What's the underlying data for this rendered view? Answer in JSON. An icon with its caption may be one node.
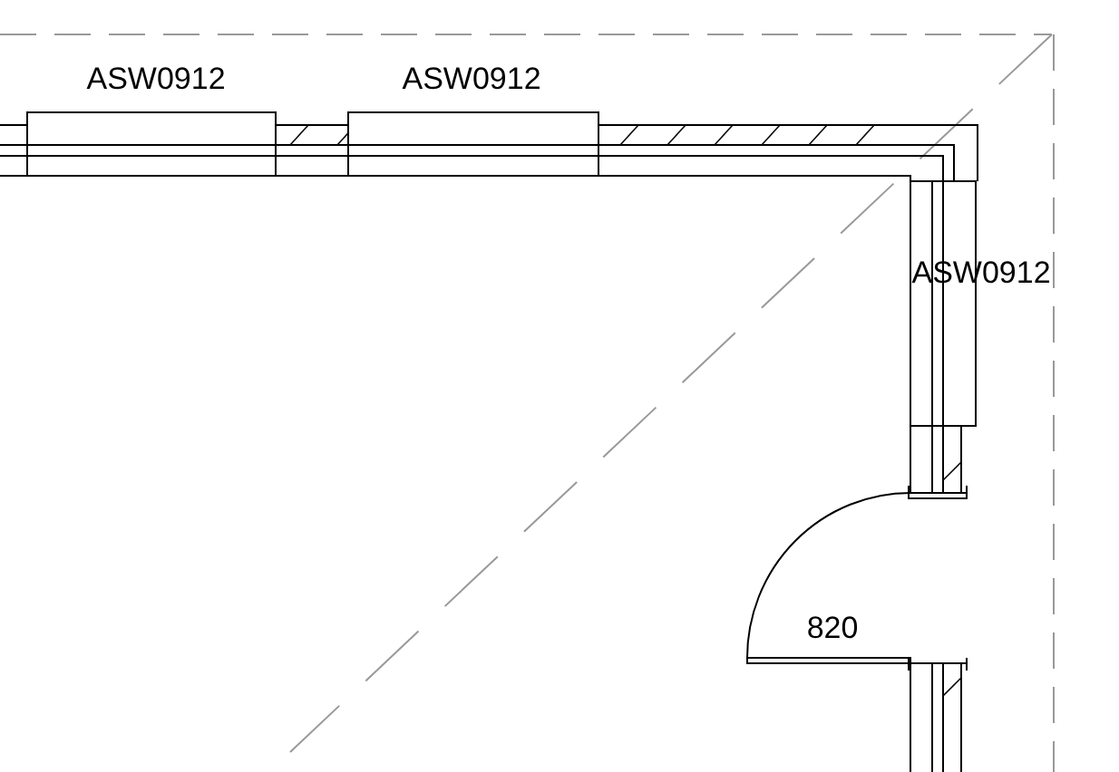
{
  "diagram": {
    "labels": [
      "ASW0912",
      "ASW0912",
      "ASW0912",
      "820"
    ]
  }
}
